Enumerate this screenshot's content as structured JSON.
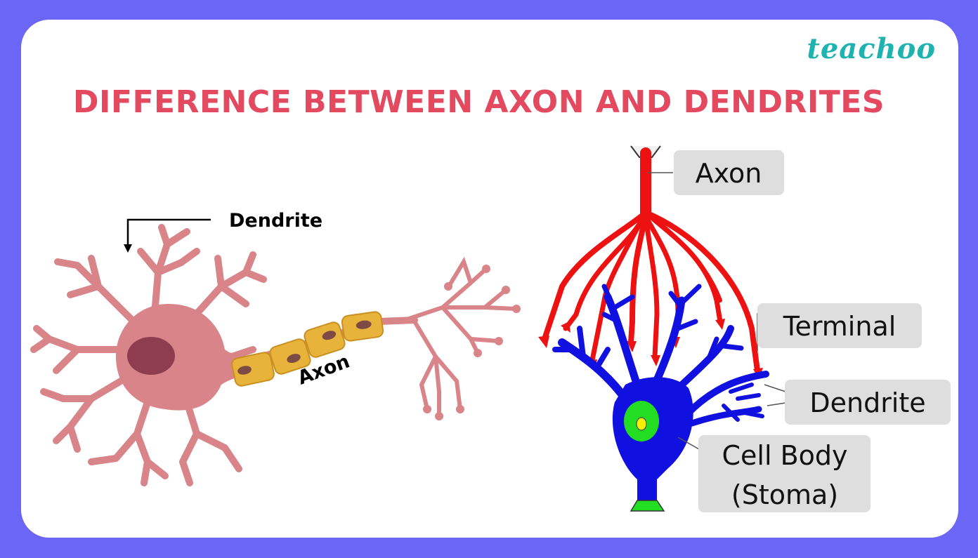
{
  "brand": {
    "name": "teachoo"
  },
  "title": "DIFFERENCE BETWEEN AXON AND DENDRITES",
  "left_diagram": {
    "dendrite_label": "Dendrite",
    "axon_label": "Axon"
  },
  "right_diagram": {
    "labels": {
      "axon": "Axon",
      "terminal": "Terminal",
      "dendrite": "Dendrite",
      "cell_body_line1": "Cell Body",
      "cell_body_line2": "(Stoma)"
    }
  },
  "colors": {
    "frame": "#6b66f5",
    "title": "#e3495f",
    "brand": "#1fb3b0",
    "neuron_left": "#d98489",
    "myelin": "#e8b33a",
    "axon_right": "#ee1111",
    "dendrite_right": "#1010e0",
    "nucleus_right": "#22dd22"
  }
}
